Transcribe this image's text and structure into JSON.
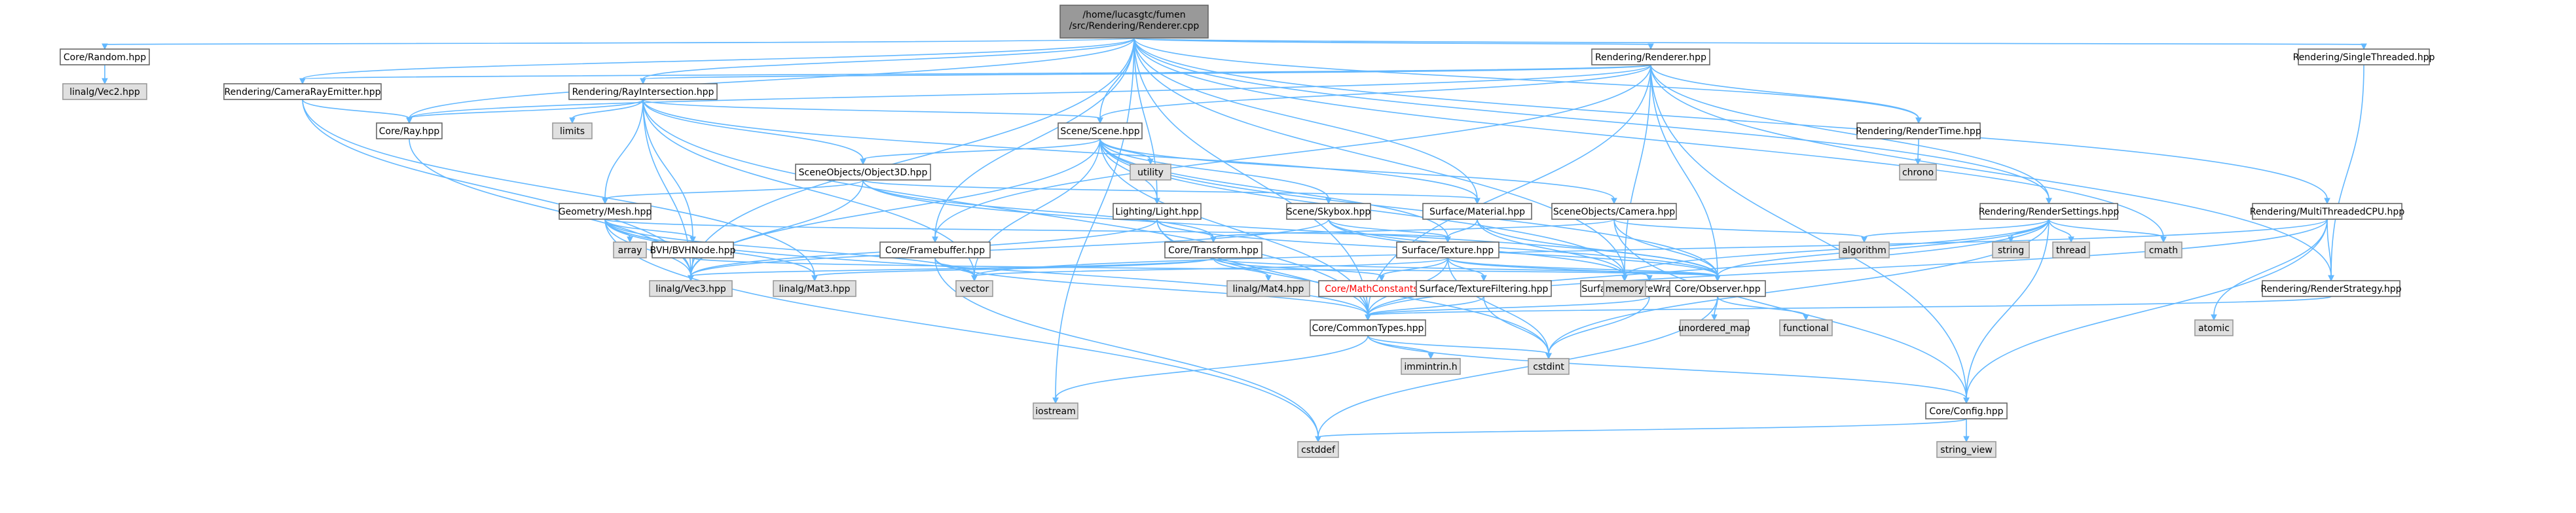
{
  "graph": {
    "title_lines": [
      "/home/lucasgtc/fumen",
      "/src/Rendering/Renderer.cpp"
    ],
    "colors": {
      "edge": "#63b8ff",
      "main_node_fill": "#999999",
      "internal_node_fill": "#ffffff",
      "external_node_fill": "#e0e0e0",
      "missing_header_text": "#ff0000"
    },
    "nodes": [
      {
        "id": "root",
        "label": "/home/lucasgtc/fumen/src/Rendering/Renderer.cpp",
        "kind": "main"
      },
      {
        "id": "random",
        "label": "Core/Random.hpp",
        "kind": "internal"
      },
      {
        "id": "vec2",
        "label": "linalg/Vec2.hpp",
        "kind": "external"
      },
      {
        "id": "camemit",
        "label": "Rendering/CameraRayEmitter.hpp",
        "kind": "internal"
      },
      {
        "id": "ray",
        "label": "Core/Ray.hpp",
        "kind": "internal"
      },
      {
        "id": "rayint",
        "label": "Rendering/RayIntersection.hpp",
        "kind": "internal"
      },
      {
        "id": "limits",
        "label": "limits",
        "kind": "external"
      },
      {
        "id": "scene",
        "label": "Scene/Scene.hpp",
        "kind": "internal"
      },
      {
        "id": "utility",
        "label": "utility",
        "kind": "external"
      },
      {
        "id": "obj3d",
        "label": "SceneObjects/Object3D.hpp",
        "kind": "internal"
      },
      {
        "id": "mesh",
        "label": "Geometry/Mesh.hpp",
        "kind": "internal"
      },
      {
        "id": "array",
        "label": "array",
        "kind": "external"
      },
      {
        "id": "bvh",
        "label": "BVH/BVHNode.hpp",
        "kind": "internal"
      },
      {
        "id": "vec3",
        "label": "linalg/Vec3.hpp",
        "kind": "external"
      },
      {
        "id": "mat3",
        "label": "linalg/Mat3.hpp",
        "kind": "external"
      },
      {
        "id": "framebuf",
        "label": "Core/Framebuffer.hpp",
        "kind": "internal"
      },
      {
        "id": "light",
        "label": "Lighting/Light.hpp",
        "kind": "internal"
      },
      {
        "id": "transform",
        "label": "Core/Transform.hpp",
        "kind": "internal"
      },
      {
        "id": "mat4",
        "label": "linalg/Mat4.hpp",
        "kind": "external"
      },
      {
        "id": "mathconst",
        "label": "Core/MathConstants.hpp",
        "kind": "missing"
      },
      {
        "id": "skybox",
        "label": "Scene/Skybox.hpp",
        "kind": "internal"
      },
      {
        "id": "material",
        "label": "Surface/Material.hpp",
        "kind": "internal"
      },
      {
        "id": "texture",
        "label": "Surface/Texture.hpp",
        "kind": "internal"
      },
      {
        "id": "texfilt",
        "label": "Surface/TextureFiltering.hpp",
        "kind": "internal"
      },
      {
        "id": "texwrap",
        "label": "Surface/TextureWrapping.hpp",
        "kind": "internal"
      },
      {
        "id": "camera",
        "label": "SceneObjects/Camera.hpp",
        "kind": "internal"
      },
      {
        "id": "observer",
        "label": "Core/Observer.hpp",
        "kind": "internal"
      },
      {
        "id": "memory",
        "label": "memory",
        "kind": "external"
      },
      {
        "id": "vector",
        "label": "vector",
        "kind": "external"
      },
      {
        "id": "unordered_map",
        "label": "unordered_map",
        "kind": "external"
      },
      {
        "id": "functional",
        "label": "functional",
        "kind": "external"
      },
      {
        "id": "commontypes",
        "label": "Core/CommonTypes.hpp",
        "kind": "internal"
      },
      {
        "id": "immintrin",
        "label": "immintrin.h",
        "kind": "external"
      },
      {
        "id": "cstdint",
        "label": "cstdint",
        "kind": "external"
      },
      {
        "id": "iostream",
        "label": "iostream",
        "kind": "external"
      },
      {
        "id": "cstddef",
        "label": "cstddef",
        "kind": "external"
      },
      {
        "id": "config",
        "label": "Core/Config.hpp",
        "kind": "internal"
      },
      {
        "id": "string_view",
        "label": "string_view",
        "kind": "external"
      },
      {
        "id": "renderer",
        "label": "Rendering/Renderer.hpp",
        "kind": "internal"
      },
      {
        "id": "rendertime",
        "label": "Rendering/RenderTime.hpp",
        "kind": "internal"
      },
      {
        "id": "chrono",
        "label": "chrono",
        "kind": "external"
      },
      {
        "id": "rsettings",
        "label": "Rendering/RenderSettings.hpp",
        "kind": "internal"
      },
      {
        "id": "algorithm",
        "label": "algorithm",
        "kind": "external"
      },
      {
        "id": "string",
        "label": "string",
        "kind": "external"
      },
      {
        "id": "thread",
        "label": "thread",
        "kind": "external"
      },
      {
        "id": "cmath",
        "label": "cmath",
        "kind": "external"
      },
      {
        "id": "mtcpu",
        "label": "Rendering/MultiThreadedCPU.hpp",
        "kind": "internal"
      },
      {
        "id": "rstrategy",
        "label": "Rendering/RenderStrategy.hpp",
        "kind": "internal"
      },
      {
        "id": "atomic",
        "label": "atomic",
        "kind": "external"
      },
      {
        "id": "single",
        "label": "Rendering/SingleThreaded.hpp",
        "kind": "internal"
      }
    ],
    "edges": [
      [
        "root",
        "random"
      ],
      [
        "root",
        "camemit"
      ],
      [
        "root",
        "ray"
      ],
      [
        "root",
        "rayint"
      ],
      [
        "root",
        "scene"
      ],
      [
        "root",
        "framebuf"
      ],
      [
        "root",
        "light"
      ],
      [
        "root",
        "material"
      ],
      [
        "root",
        "renderer"
      ],
      [
        "root",
        "rendertime"
      ],
      [
        "root",
        "rsettings"
      ],
      [
        "root",
        "cmath"
      ],
      [
        "root",
        "mtcpu"
      ],
      [
        "root",
        "single"
      ],
      [
        "root",
        "iostream"
      ],
      [
        "root",
        "vec3"
      ],
      [
        "root",
        "commontypes"
      ],
      [
        "root",
        "memory"
      ],
      [
        "random",
        "vec2"
      ],
      [
        "camemit",
        "ray"
      ],
      [
        "camemit",
        "vec3"
      ],
      [
        "camemit",
        "mat3"
      ],
      [
        "ray",
        "vec3"
      ],
      [
        "rayint",
        "limits"
      ],
      [
        "rayint",
        "ray"
      ],
      [
        "rayint",
        "scene"
      ],
      [
        "rayint",
        "obj3d"
      ],
      [
        "rayint",
        "mesh"
      ],
      [
        "rayint",
        "bvh"
      ],
      [
        "rayint",
        "vec3"
      ],
      [
        "rayint",
        "vector"
      ],
      [
        "rayint",
        "material"
      ],
      [
        "rayint",
        "commontypes"
      ],
      [
        "scene",
        "utility"
      ],
      [
        "scene",
        "obj3d"
      ],
      [
        "scene",
        "light"
      ],
      [
        "scene",
        "skybox"
      ],
      [
        "scene",
        "camera"
      ],
      [
        "scene",
        "observer"
      ],
      [
        "scene",
        "memory"
      ],
      [
        "scene",
        "vector"
      ],
      [
        "scene",
        "vec3"
      ],
      [
        "scene",
        "commontypes"
      ],
      [
        "scene",
        "texture"
      ],
      [
        "obj3d",
        "mesh"
      ],
      [
        "obj3d",
        "transform"
      ],
      [
        "obj3d",
        "material"
      ],
      [
        "obj3d",
        "vec3"
      ],
      [
        "obj3d",
        "observer"
      ],
      [
        "mesh",
        "array"
      ],
      [
        "mesh",
        "bvh"
      ],
      [
        "mesh",
        "vec3"
      ],
      [
        "mesh",
        "mat3"
      ],
      [
        "mesh",
        "vector"
      ],
      [
        "mesh",
        "cstddef"
      ],
      [
        "mesh",
        "commontypes"
      ],
      [
        "mesh",
        "texture"
      ],
      [
        "bvh",
        "vec3"
      ],
      [
        "bvh",
        "observer"
      ],
      [
        "framebuf",
        "vector"
      ],
      [
        "framebuf",
        "cstddef"
      ],
      [
        "framebuf",
        "commontypes"
      ],
      [
        "light",
        "transform"
      ],
      [
        "light",
        "vec3"
      ],
      [
        "light",
        "commontypes"
      ],
      [
        "light",
        "observer"
      ],
      [
        "light",
        "cstdint"
      ],
      [
        "transform",
        "mat4"
      ],
      [
        "transform",
        "mat3"
      ],
      [
        "transform",
        "vec3"
      ],
      [
        "transform",
        "mathconst"
      ],
      [
        "transform",
        "observer"
      ],
      [
        "skybox",
        "texture"
      ],
      [
        "skybox",
        "vec3"
      ],
      [
        "skybox",
        "memory"
      ],
      [
        "skybox",
        "observer"
      ],
      [
        "material",
        "texture"
      ],
      [
        "material",
        "memory"
      ],
      [
        "material",
        "observer"
      ],
      [
        "texture",
        "texfilt"
      ],
      [
        "texture",
        "texwrap"
      ],
      [
        "texture",
        "vector"
      ],
      [
        "texture",
        "commontypes"
      ],
      [
        "texture",
        "observer"
      ],
      [
        "texture",
        "cstdint"
      ],
      [
        "texture",
        "mathconst"
      ],
      [
        "texfilt",
        "commontypes"
      ],
      [
        "texfilt",
        "cstdint"
      ],
      [
        "texwrap",
        "commontypes"
      ],
      [
        "texwrap",
        "cstdint"
      ],
      [
        "camera",
        "transform"
      ],
      [
        "camera",
        "algorithm"
      ],
      [
        "camera",
        "observer"
      ],
      [
        "camera",
        "config"
      ],
      [
        "observer",
        "unordered_map"
      ],
      [
        "observer",
        "functional"
      ],
      [
        "observer",
        "cstddef"
      ],
      [
        "commontypes",
        "immintrin"
      ],
      [
        "commontypes",
        "cstdint"
      ],
      [
        "commontypes",
        "iostream"
      ],
      [
        "commontypes",
        "config"
      ],
      [
        "config",
        "cstddef"
      ],
      [
        "config",
        "string_view"
      ],
      [
        "renderer",
        "scene"
      ],
      [
        "renderer",
        "rayint"
      ],
      [
        "renderer",
        "camemit"
      ],
      [
        "renderer",
        "ray"
      ],
      [
        "renderer",
        "framebuf"
      ],
      [
        "renderer",
        "rendertime"
      ],
      [
        "renderer",
        "rsettings"
      ],
      [
        "renderer",
        "rstrategy"
      ],
      [
        "renderer",
        "observer"
      ],
      [
        "renderer",
        "memory"
      ],
      [
        "renderer",
        "commontypes"
      ],
      [
        "renderer",
        "config"
      ],
      [
        "rendertime",
        "chrono"
      ],
      [
        "rsettings",
        "algorithm"
      ],
      [
        "rsettings",
        "string"
      ],
      [
        "rsettings",
        "thread"
      ],
      [
        "rsettings",
        "cmath"
      ],
      [
        "rsettings",
        "memory"
      ],
      [
        "rsettings",
        "observer"
      ],
      [
        "rsettings",
        "commontypes"
      ],
      [
        "rsettings",
        "config"
      ],
      [
        "rsettings",
        "cstdint"
      ],
      [
        "mtcpu",
        "rstrategy"
      ],
      [
        "mtcpu",
        "atomic"
      ],
      [
        "mtcpu",
        "vector"
      ],
      [
        "mtcpu",
        "commontypes"
      ],
      [
        "mtcpu",
        "config"
      ],
      [
        "rstrategy",
        "commontypes"
      ],
      [
        "single",
        "rstrategy"
      ]
    ]
  }
}
